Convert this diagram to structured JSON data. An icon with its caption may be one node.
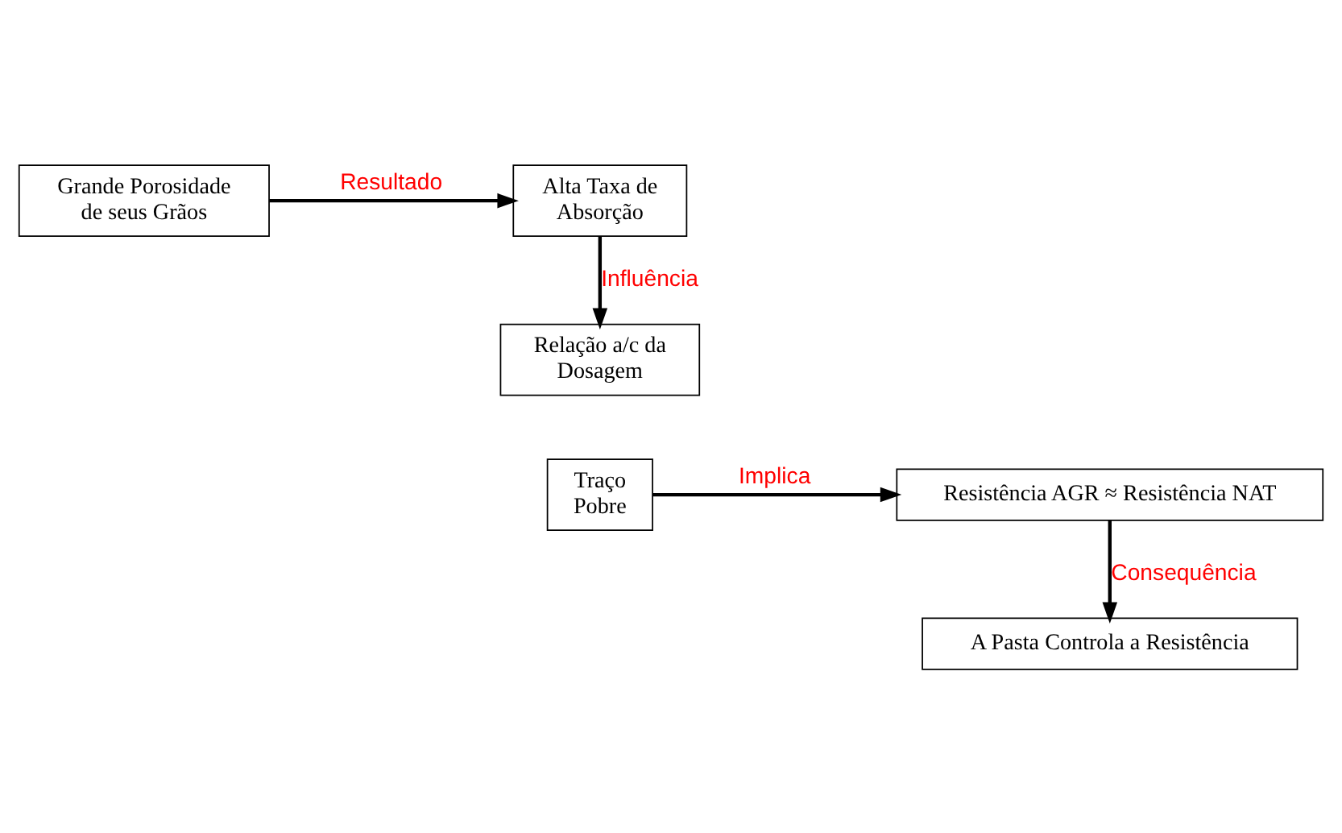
{
  "diagram": {
    "nodes": [
      {
        "text": [
          "Grande Porosidade de seus Grãos"
        ]
      },
      {
        "text": [
          "Alta Taxa de Absorção"
        ]
      },
      {
        "text": [
          "Relação a/c da Dosagem"
        ]
      },
      {
        "text": [
          "Traço Pobre"
        ]
      },
      {
        "text": [
          "Resistência AGR ≈ Resistência NAT"
        ]
      },
      {
        "text": [
          "A Pasta Controla a Resistência"
        ]
      }
    ],
    "edges": [
      {
        "from": 0,
        "to": 1,
        "arrow": "to",
        "label": "Resultado"
      },
      {
        "from": 1,
        "to": 2,
        "arrow": "to",
        "label": "Influência"
      },
      {
        "from": 3,
        "to": 4,
        "arrow": "to",
        "label": "Implica"
      },
      {
        "from": 4,
        "to": 5,
        "arrow": "to",
        "label": "Consequência"
      }
    ]
  }
}
